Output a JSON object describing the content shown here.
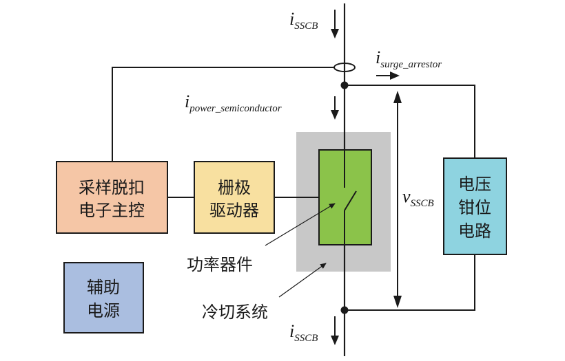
{
  "labels": {
    "i_top_main": "i",
    "i_top_sub": "SSCB",
    "i_surge_main": "i",
    "i_surge_sub": "surge_arrestor",
    "i_semi_main": "i",
    "i_semi_sub": "power_semiconductor",
    "i_bottom_main": "i",
    "i_bottom_sub": "SSCB",
    "v_main": "v",
    "v_sub": "SSCB"
  },
  "blocks": {
    "sampling_line1": "采样脱扣",
    "sampling_line2": "电子主控",
    "gate_line1": "栅极",
    "gate_line2": "驱动器",
    "voltage_line1": "电压",
    "voltage_line2": "钳位",
    "voltage_line3": "电路",
    "aux_line1": "辅助",
    "aux_line2": "电源"
  },
  "annotations": {
    "power_device": "功率器件",
    "cooling": "冷切系统"
  },
  "colors": {
    "sampling_fill": "#f5c6a6",
    "gate_fill": "#f8e0a0",
    "switch_fill": "#8bc34a",
    "clamp_fill": "#8ed3e0",
    "aux_fill": "#aabee0",
    "cooling_fill": "#c8c8c8",
    "line": "#1a1a1a"
  }
}
